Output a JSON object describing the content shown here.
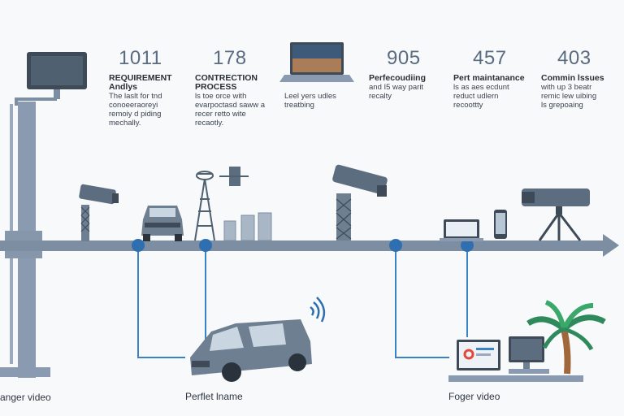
{
  "stages": [
    {
      "number": "1011",
      "title": "REQUIREMENT\nAndlys",
      "desc": "The  laslt  for  tnd\nconoeeraoreyi\nremoiy  d  piding\nmechally."
    },
    {
      "number": "178",
      "title": "CONTRECTION\nPROCESS",
      "desc": "ls  toe  orce  with\nevarpoctasd  saww  a\nrecer  retto  wite\nrecaotly."
    },
    {
      "number": "",
      "title": "",
      "desc": "Leel  yers  udles\ntreatbing"
    },
    {
      "number": "905",
      "title": "Perfecoudiing",
      "desc": "and  I5  way  parit\nrecalty"
    },
    {
      "number": "457",
      "title": "Pert maintanance",
      "desc": "ls  as  aes  ecdunt\nreduct  udlern\nrecoottty"
    },
    {
      "number": "403",
      "title": "Commin lssues",
      "desc": "with  up  3  beatr\nremic  lew  uibing\nls  grepoaing"
    }
  ],
  "captions": {
    "left": "anger video",
    "middle": "Perflet lname",
    "right": "Foger video"
  },
  "colors": {
    "line": "#7d8ea3",
    "node": "#2f6fb0",
    "connector": "#3b82c4",
    "device": "#6f7f92",
    "dark": "#3e4a58"
  }
}
